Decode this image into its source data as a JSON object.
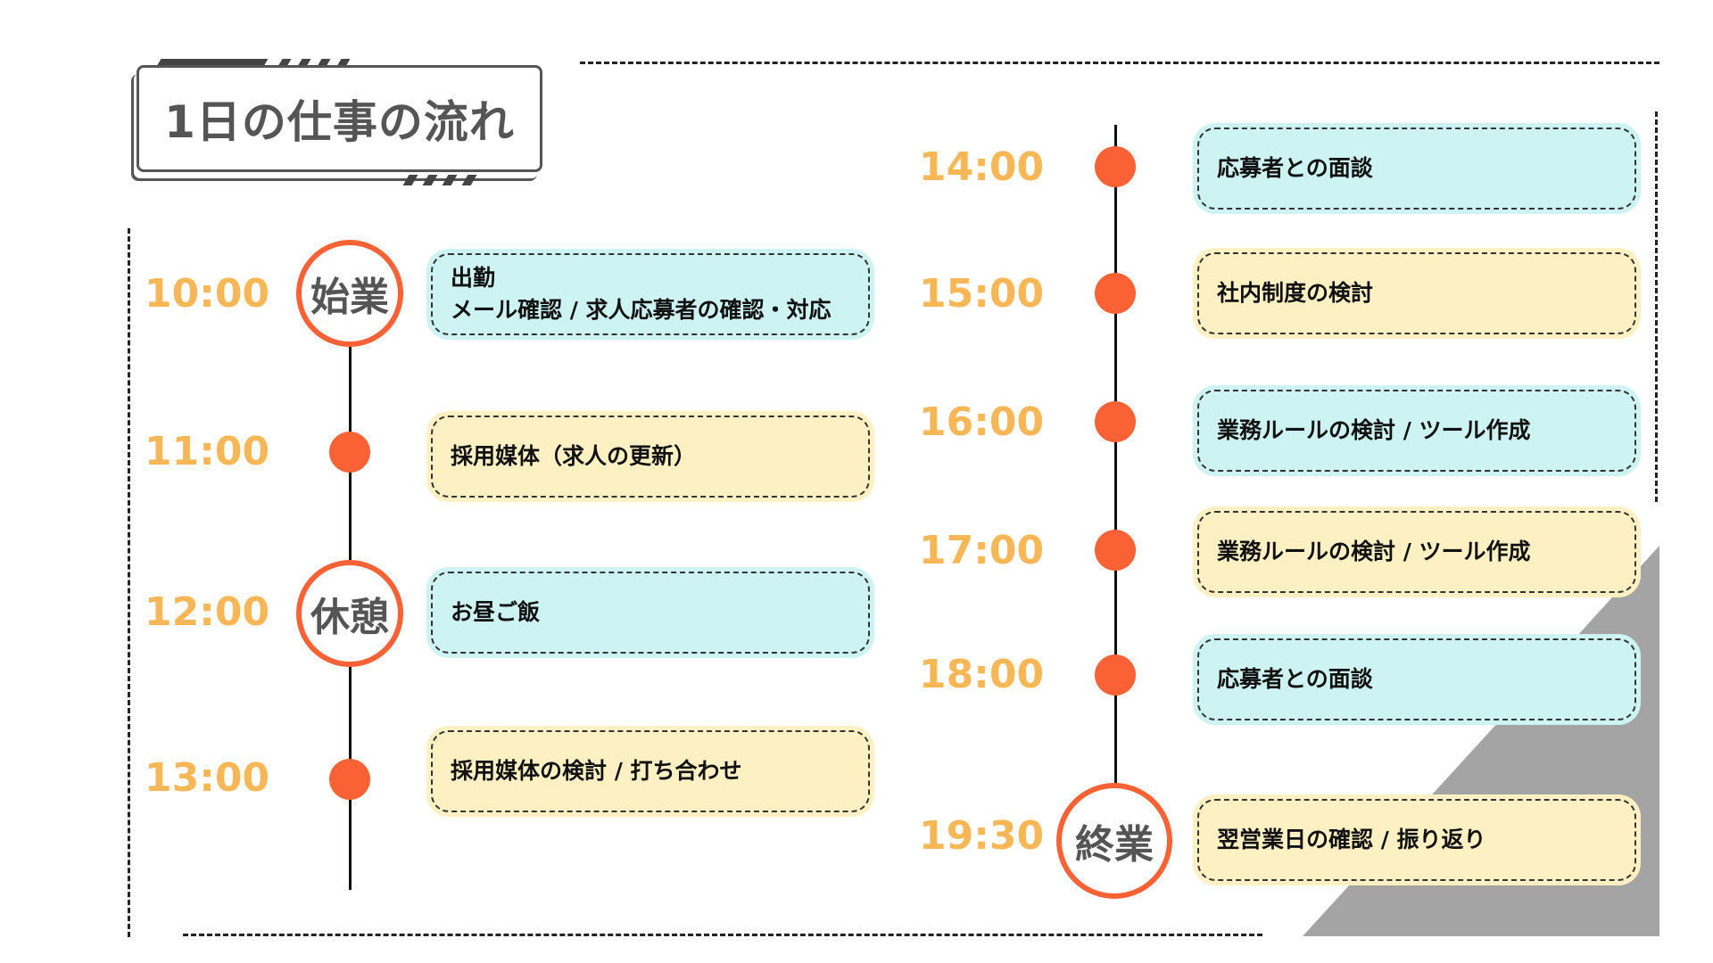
{
  "title": "1日の仕事の流れ",
  "colors": {
    "accent": "#fa6236",
    "time": "#f7b756",
    "card_blue": "#cdf4f3",
    "card_yellow": "#fdf1c3"
  },
  "left": [
    {
      "time": "10:00",
      "marker": "始業",
      "lines": [
        "出勤",
        "メール確認 / 求人応募者の確認・対応"
      ],
      "color": "blue"
    },
    {
      "time": "11:00",
      "marker": "",
      "lines": [
        "採用媒体（求人の更新）"
      ],
      "color": "yellow"
    },
    {
      "time": "12:00",
      "marker": "休憩",
      "lines": [
        "お昼ご飯"
      ],
      "color": "blue"
    },
    {
      "time": "13:00",
      "marker": "",
      "lines": [
        "採用媒体の検討 / 打ち合わせ"
      ],
      "color": "yellow"
    }
  ],
  "right": [
    {
      "time": "14:00",
      "marker": "",
      "lines": [
        "応募者との面談"
      ],
      "color": "blue"
    },
    {
      "time": "15:00",
      "marker": "",
      "lines": [
        "社内制度の検討"
      ],
      "color": "yellow"
    },
    {
      "time": "16:00",
      "marker": "",
      "lines": [
        "業務ルールの検討 / ツール作成"
      ],
      "color": "blue"
    },
    {
      "time": "17:00",
      "marker": "",
      "lines": [
        "業務ルールの検討 / ツール作成"
      ],
      "color": "yellow"
    },
    {
      "time": "18:00",
      "marker": "",
      "lines": [
        "応募者との面談"
      ],
      "color": "blue"
    },
    {
      "time": "19:30",
      "marker": "終業",
      "lines": [
        "翌営業日の確認 / 振り返り"
      ],
      "color": "yellow"
    }
  ]
}
